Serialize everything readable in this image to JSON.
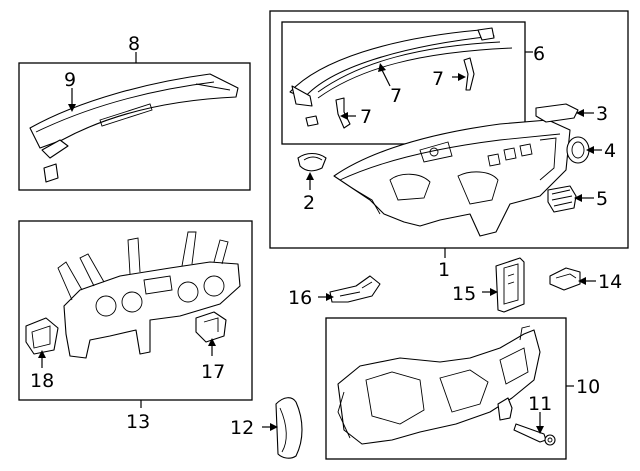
{
  "diagram": {
    "callouts": {
      "c1": "1",
      "c2": "2",
      "c3": "3",
      "c4": "4",
      "c5": "5",
      "c6": "6",
      "c7a": "7",
      "c7b": "7",
      "c7c": "7",
      "c8": "8",
      "c9": "9",
      "c10": "10",
      "c11": "11",
      "c12": "12",
      "c13": "13",
      "c14": "14",
      "c15": "15",
      "c16": "16",
      "c17": "17",
      "c18": "18"
    }
  }
}
